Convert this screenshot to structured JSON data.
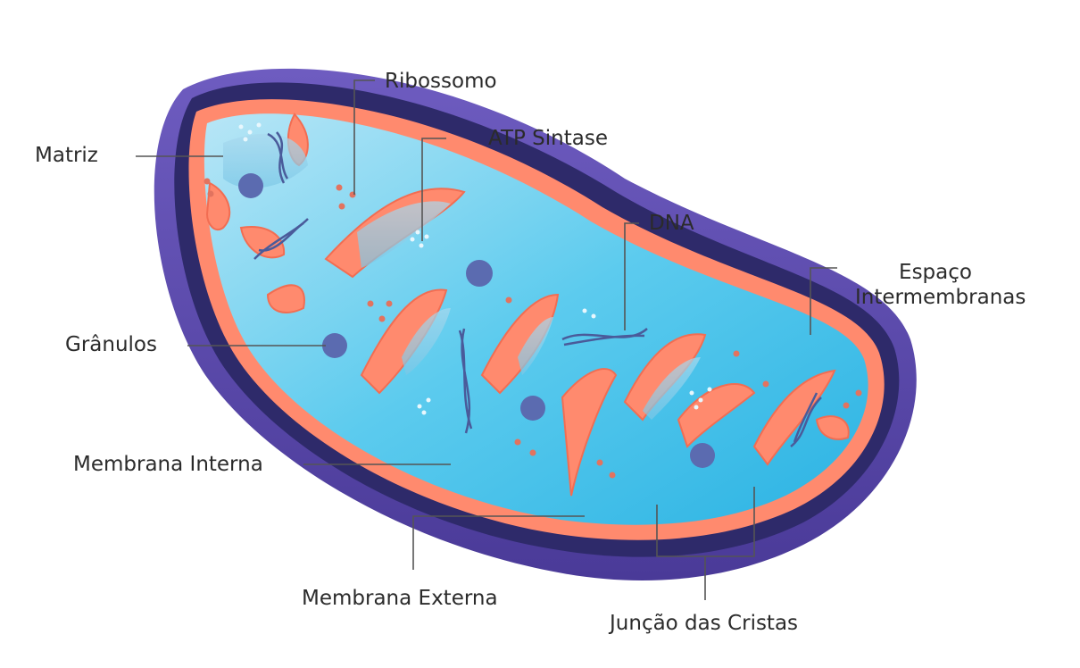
{
  "diagram": {
    "labels": {
      "ribossomo": "Ribossomo",
      "atp_sintase": "ATP Sintase",
      "dna": "DNA",
      "matriz": "Matriz",
      "espaco_line1": "Espaço",
      "espaco_line2": "Intermembranas",
      "granulos": "Grânulos",
      "membrana_interna": "Membrana Interna",
      "membrana_externa": "Membrana Externa",
      "juncao_das_cristas": "Junção das Cristas"
    }
  },
  "colors": {
    "outer_membrane": "#5b4aa6",
    "outer_membrane_dark": "#3a2f80",
    "intermembrane_space": "#2f2a6e",
    "inner_membrane": "#ff8a6e",
    "matrix": "#4fc3e8",
    "matrix_light": "#9fdcf2",
    "granule": "#5b6bb0",
    "ribosome": "#e2735f",
    "dna": "#4a5b9a"
  }
}
